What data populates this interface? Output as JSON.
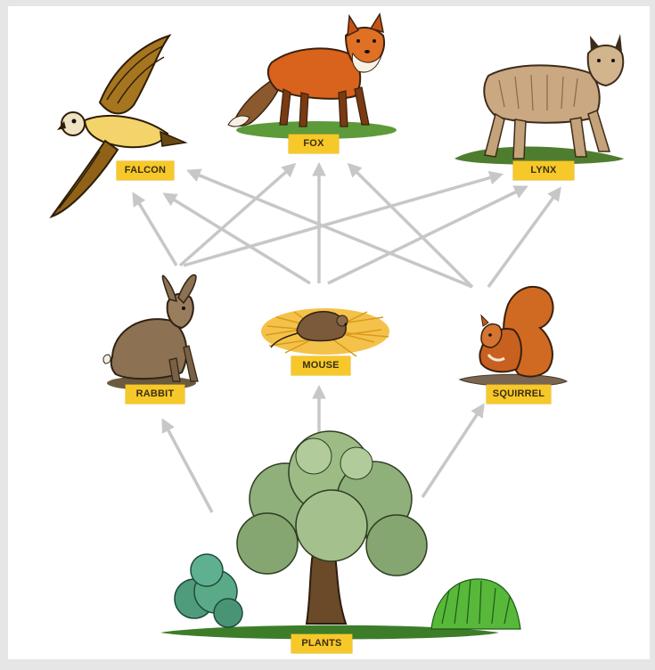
{
  "organisms": {
    "falcon": "FALCON",
    "fox": "FOX",
    "lynx": "LYNX",
    "rabbit": "RABBIT",
    "mouse": "MOUSE",
    "squirrel": "SQUIRREL",
    "plants": "PLANTS"
  },
  "colors": {
    "label_fill": "#f7c82a",
    "arrow": "#c7c7c7",
    "frame": "#e6e6e6"
  },
  "icons": [
    "falcon-illustration",
    "fox-illustration",
    "lynx-illustration",
    "rabbit-illustration",
    "mouse-illustration",
    "squirrel-illustration",
    "tree-illustration",
    "bush-illustration",
    "grass-tuft-illustration"
  ]
}
